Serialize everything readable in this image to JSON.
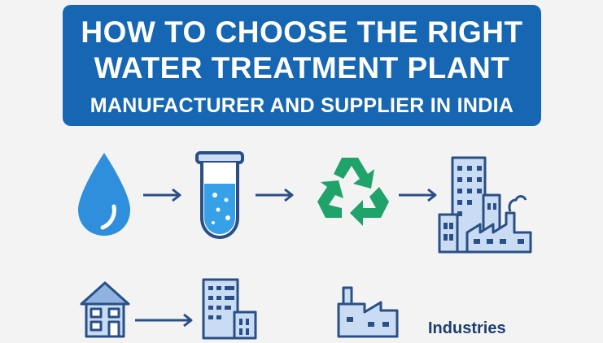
{
  "banner": {
    "line1": "HOW TO CHOOSE THE RIGHT",
    "line2": "WATER TREATMENT PLANT",
    "line3": "MANUFACTURER AND SUPPLIER IN INDIA"
  },
  "flow_top": [
    "water-drop-icon",
    "test-tube-icon",
    "recycle-icon",
    "city-factory-icon"
  ],
  "flow_bottom": [
    "house-icon",
    "apartment-building-icon",
    "factory-icon"
  ],
  "labels": {
    "industries": "Industries"
  },
  "colors": {
    "banner": "#1666b3",
    "drop": "#2f8fdc",
    "recycle": "#1fa36a",
    "outline": "#2a4f86",
    "fill_light": "#c9dcf3",
    "background": "#f3f3f3"
  }
}
